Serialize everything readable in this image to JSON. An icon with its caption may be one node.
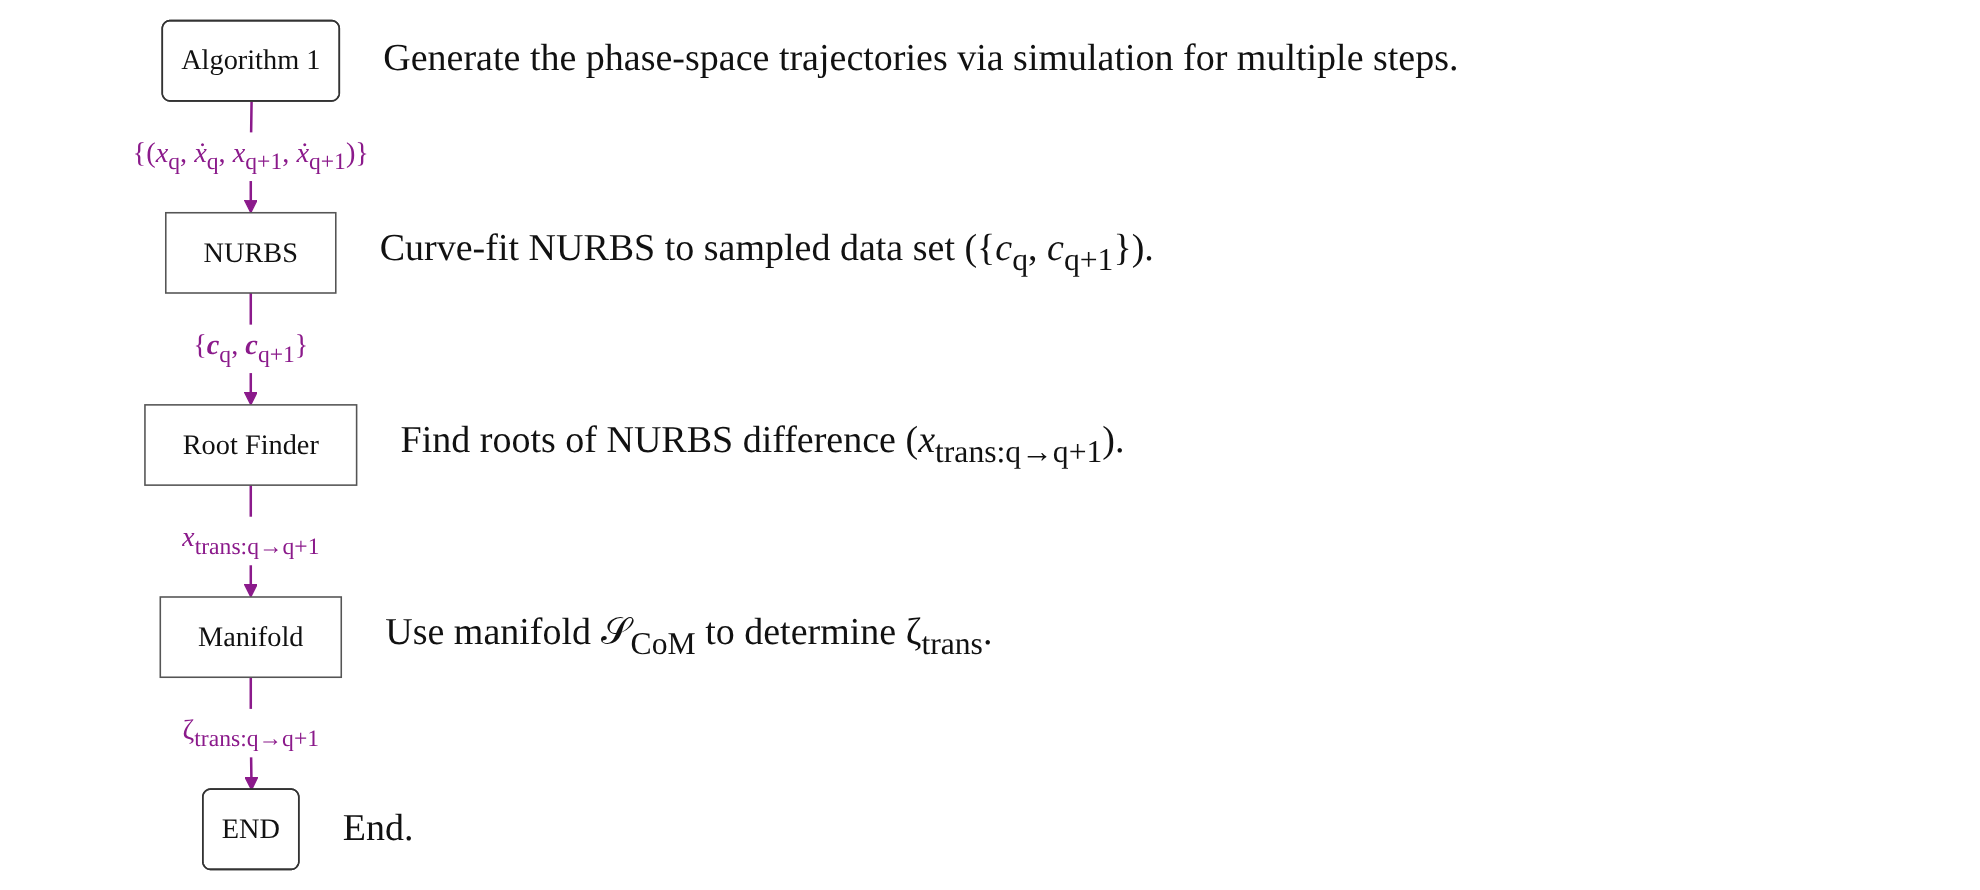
{
  "diagram": {
    "nodes": [
      {
        "text": [
          "Algorithm 1"
        ],
        "beside": [
          "Generate the phase-space trajectories via simulation for multiple steps."
        ]
      },
      {
        "text": [
          "NURBS"
        ],
        "beside": [
          "Curve-fit NURBS to sampled data set ({*c*$_{q}$, *c*$_{q+1}$})."
        ]
      },
      {
        "text": [
          "Root Finder"
        ],
        "beside": [
          "Find roots of NURBS difference (*x*$_{trans:q→q+1}$)."
        ]
      },
      {
        "text": [
          "Manifold"
        ],
        "beside": [
          "Use manifold 𝒮$_{CoM}$ to determine ζ$_{trans}$."
        ]
      },
      {
        "text": [
          "END"
        ],
        "beside": [
          "End."
        ]
      }
    ],
    "edges": [
      {
        "from": 0,
        "to": 1,
        "arrow": "to",
        "label": "{(*x*$_{q}$, *ẋ*$_{q}$, *x*$_{q+1}$, *ẋ*$_{q+1}$)}"
      },
      {
        "from": 1,
        "to": 2,
        "arrow": "to",
        "label": "{**c**$_{q}$, **c**$_{q+1}$}"
      },
      {
        "from": 2,
        "to": 3,
        "arrow": "to",
        "label": "*x*$_{trans:q→q+1}$"
      },
      {
        "from": 3,
        "to": 4,
        "arrow": "to",
        "label": "ζ$_{trans:q→q+1}$"
      }
    ]
  }
}
